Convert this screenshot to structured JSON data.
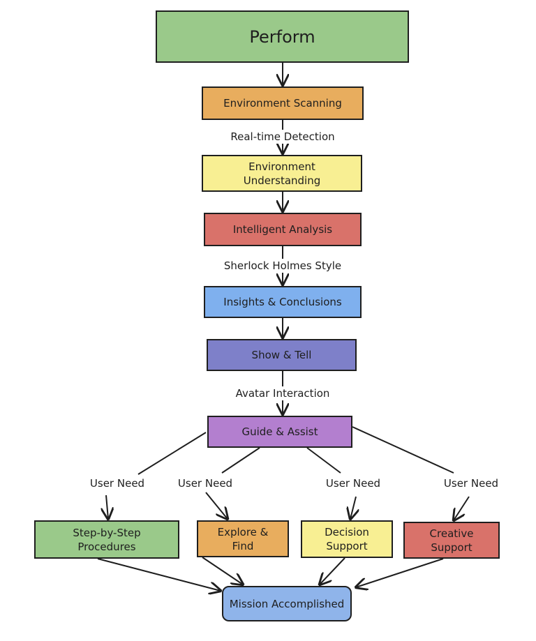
{
  "colors": {
    "green": "#9ac98a",
    "orange": "#e8ad5e",
    "yellow": "#f8ef93",
    "red": "#d9726a",
    "blue": "#7fb0ee",
    "indigo": "#7e80c9",
    "purple": "#b37fcf",
    "bluegray": "#8fb4ea",
    "stroke": "#1e1e1e"
  },
  "nodes": {
    "perform": "Perform",
    "environment_scanning": "Environment Scanning",
    "environment_understanding": "Environment\nUnderstanding",
    "intelligent_analysis": "Intelligent Analysis",
    "insights_conclusions": "Insights & Conclusions",
    "show_tell": "Show & Tell",
    "guide_assist": "Guide & Assist",
    "step_by_step": "Step-by-Step\nProcedures",
    "explore_find": "Explore &\nFind",
    "decision_support": "Decision\nSupport",
    "creative_support": "Creative\nSupport",
    "mission_accomplished": "Mission Accomplished"
  },
  "edge_labels": {
    "realtime_detection": "Real-time Detection",
    "sherlock_holmes": "Sherlock Holmes Style",
    "avatar_interaction": "Avatar Interaction",
    "user_need_1": "User Need",
    "user_need_2": "User Need",
    "user_need_3": "User Need",
    "user_need_4": "User Need"
  }
}
